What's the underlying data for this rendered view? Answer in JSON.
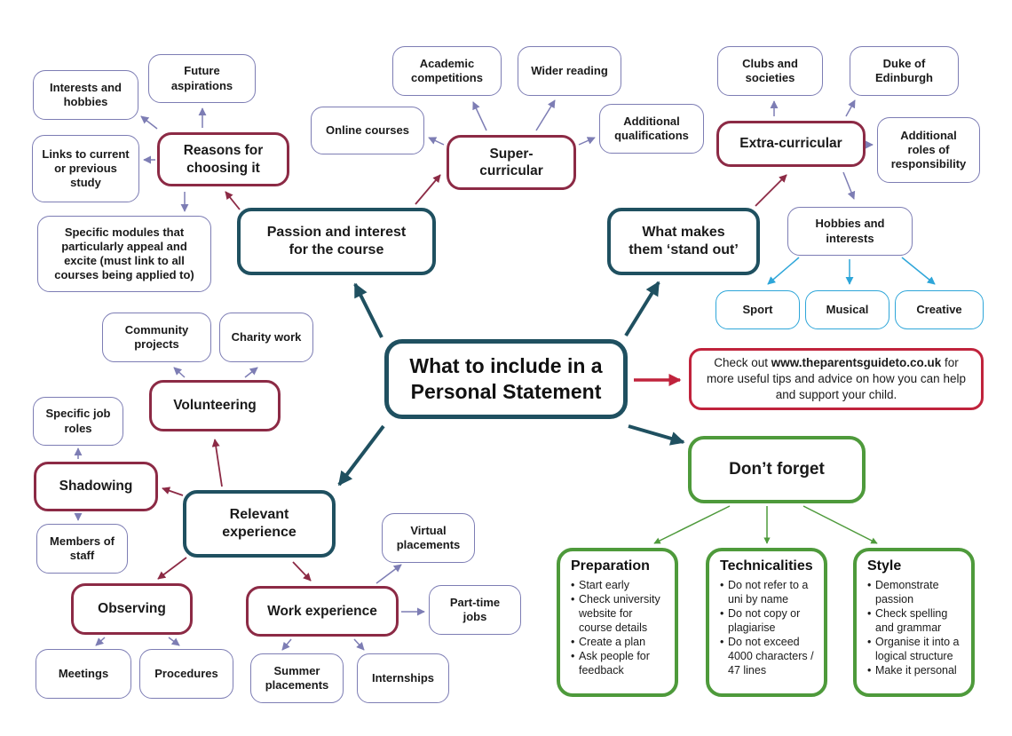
{
  "center": {
    "title": "What to include in a\nPersonal Statement"
  },
  "main_branches": {
    "passion": "Passion and interest\nfor the course",
    "stand_out": "What makes\nthem ‘stand out’",
    "relevant": "Relevant\nexperience",
    "dont_forget": "Don’t forget"
  },
  "sub_branches": {
    "reasons": "Reasons for\nchoosing it",
    "super": "Super-\ncurricular",
    "extra": "Extra-curricular",
    "volunteering": "Volunteering",
    "shadowing": "Shadowing",
    "observing": "Observing",
    "work_experience": "Work experience"
  },
  "leaves": {
    "interests_hobbies": "Interests and\nhobbies",
    "future_aspirations": "Future\naspirations",
    "links_study": "Links to current\nor previous\nstudy",
    "specific_modules": "Specific modules that\nparticularly appeal and\nexcite (must link to all\ncourses being applied to)",
    "online_courses": "Online courses",
    "academic_competitions": "Academic\ncompetitions",
    "wider_reading": "Wider reading",
    "additional_qualifications": "Additional\nqualifications",
    "clubs_societies": "Clubs and\nsocieties",
    "duke_edinburgh": "Duke of\nEdinburgh",
    "roles_responsibility": "Additional\nroles of\nresponsibility",
    "hobbies_interests": "Hobbies and\ninterests",
    "community_projects": "Community\nprojects",
    "charity_work": "Charity work",
    "specific_job_roles": "Specific job\nroles",
    "members_staff": "Members of\nstaff",
    "meetings": "Meetings",
    "procedures": "Procedures",
    "virtual_placements": "Virtual\nplacements",
    "part_time_jobs": "Part-time\njobs",
    "summer_placements": "Summer\nplacements",
    "internships": "Internships"
  },
  "hobby_types": {
    "sport": "Sport",
    "musical": "Musical",
    "creative": "Creative"
  },
  "info_box": {
    "prefix": "Check out ",
    "url": "www.theparentsguideto.co.uk",
    "suffix": " for more useful tips and advice on how you can help and support your child."
  },
  "dont_forget_lists": {
    "preparation": {
      "title": "Preparation",
      "items": [
        "Start early",
        "Check university website for course details",
        "Create a plan",
        "Ask people for feedback"
      ]
    },
    "technicalities": {
      "title": "Technicalities",
      "items": [
        "Do not refer to a uni by name",
        "Do not copy or plagiarise",
        "Do not exceed 4000 characters / 47 lines"
      ]
    },
    "style": {
      "title": "Style",
      "items": [
        "Demonstrate passion",
        "Check spelling and grammar",
        "Organise it into a logical structure",
        "Make it personal"
      ]
    }
  },
  "colors": {
    "teal": "#1f5060",
    "maroon": "#8c2a45",
    "leaf_border": "#7d7db4",
    "blue": "#2ea6d9",
    "green": "#4e9a3b",
    "red": "#c0233c"
  }
}
